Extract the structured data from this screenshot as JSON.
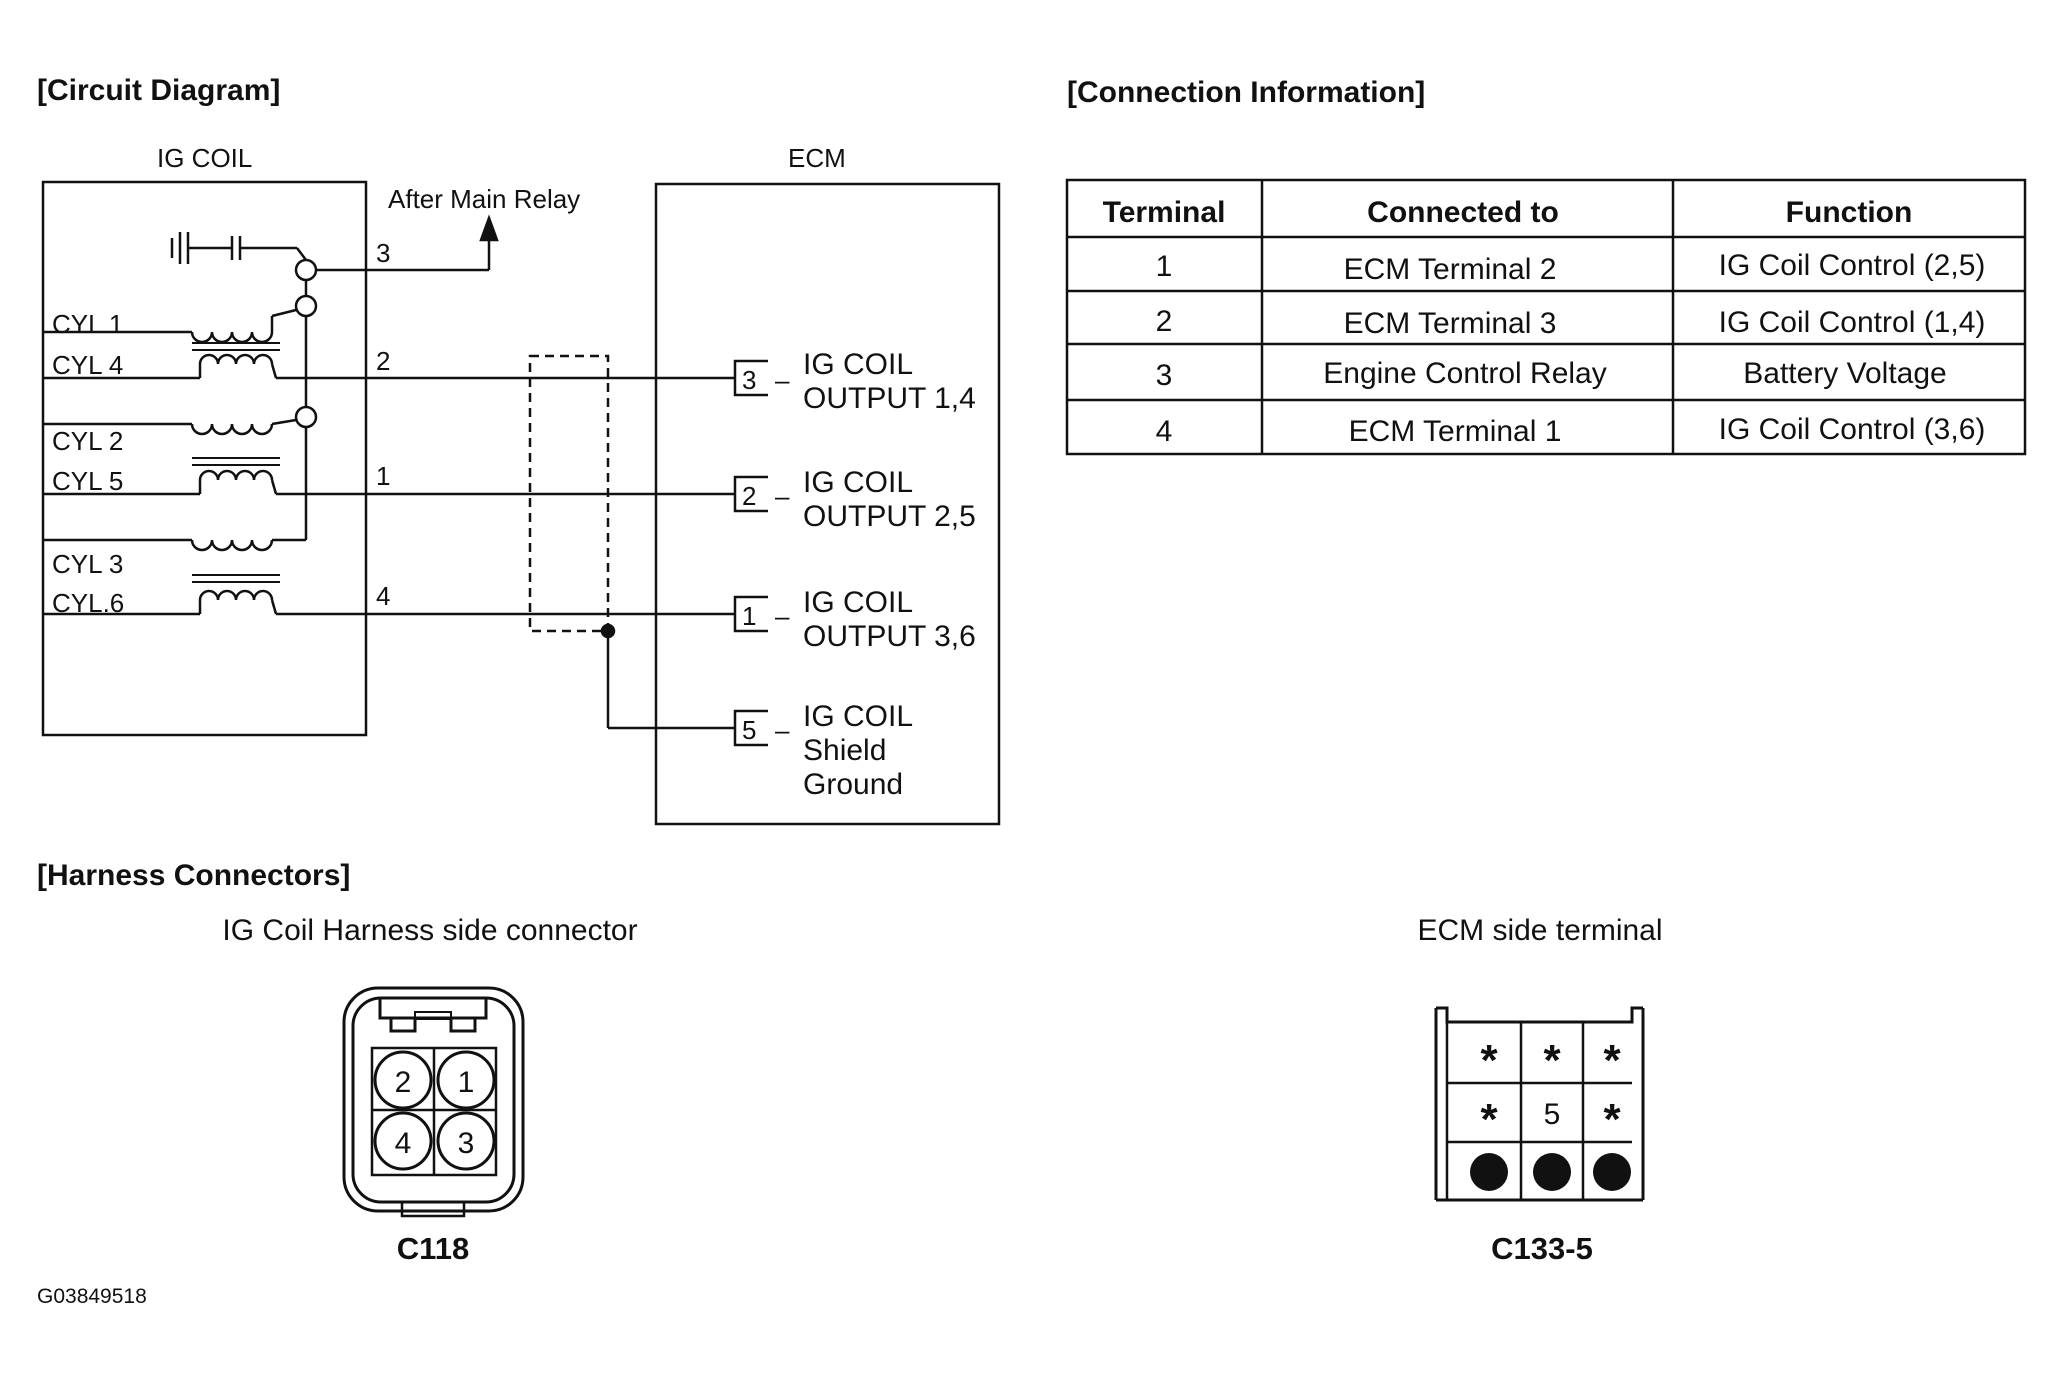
{
  "headings": {
    "circuit": "[Circuit Diagram]",
    "connection": "[Connection Information]",
    "harness": "[Harness Connectors]"
  },
  "circuit": {
    "ig_coil_label": "IG COIL",
    "ecm_label": "ECM",
    "relay_label": "After Main Relay",
    "cylinders": [
      "CYL 1",
      "CYL 4",
      "CYL 2",
      "CYL 5",
      "CYL 3",
      "CYL.6"
    ],
    "wire_numbers": [
      "3",
      "2",
      "1",
      "4"
    ],
    "ecm_pins": [
      "3",
      "2",
      "1",
      "5"
    ],
    "ecm_pin_dash": "–",
    "outputs": [
      {
        "line1": "IG COIL",
        "line2": "OUTPUT 1,4"
      },
      {
        "line1": "IG COIL",
        "line2": "OUTPUT 2,5"
      },
      {
        "line1": "IG COIL",
        "line2": "OUTPUT 3,6"
      },
      {
        "line1": "IG COIL",
        "line2": "Shield",
        "line3": "Ground"
      }
    ]
  },
  "connection_table": {
    "headers": [
      "Terminal",
      "Connected to",
      "Function"
    ],
    "rows": [
      [
        "1",
        "ECM Terminal 2",
        "IG Coil Control (2,5)"
      ],
      [
        "2",
        "ECM Terminal 3",
        "IG Coil Control (1,4)"
      ],
      [
        "3",
        "Engine Control Relay",
        "Battery Voltage"
      ],
      [
        "4",
        "ECM Terminal 1",
        "IG Coil Control (3,6)"
      ]
    ]
  },
  "harness": {
    "ig_coil_connector_title": "IG Coil Harness side connector",
    "ig_coil_pins": [
      "2",
      "1",
      "4",
      "3"
    ],
    "ig_coil_connector_id": "C118",
    "ecm_terminal_title": "ECM side terminal",
    "ecm_cells": [
      "*",
      "*",
      "*",
      "*",
      "5",
      "*"
    ],
    "ecm_terminal_id": "C133-5"
  },
  "figure_id": "G03849518"
}
